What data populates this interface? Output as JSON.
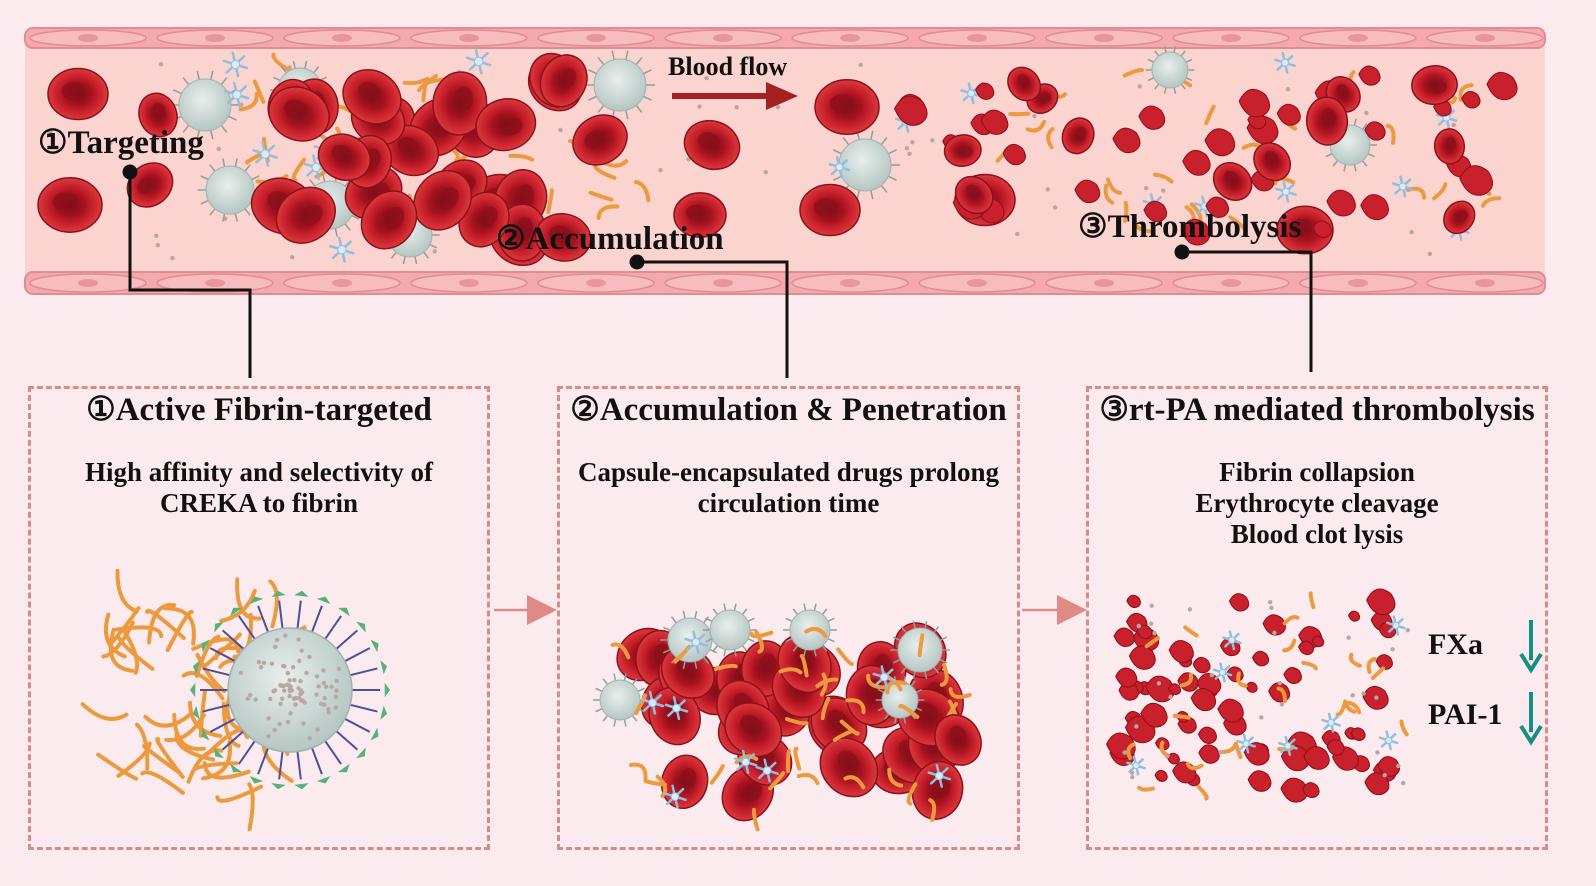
{
  "vessel": {
    "flow_label": "Blood flow",
    "stage_labels": [
      "①Targeting",
      "②Accumulation",
      "③Thrombolysis"
    ]
  },
  "panels": [
    {
      "title": "①Active Fibrin-targeted",
      "description": [
        "High affinity and selectivity of",
        "CREKA to fibrin"
      ]
    },
    {
      "title": "②Accumulation & Penetration",
      "description": [
        "Capsule-encapsulated drugs prolong",
        "circulation time"
      ]
    },
    {
      "title": "③rt-PA mediated thrombolysis",
      "description": [
        "Fibrin collapsion",
        "Erythrocyte cleavage",
        "Blood clot lysis"
      ]
    }
  ],
  "markers": [
    {
      "label": "FXa",
      "trend": "down"
    },
    {
      "label": "PAI-1",
      "trend": "down"
    }
  ],
  "colors": {
    "background": "#fcebee",
    "vessel_lumen": "#fbd3cf",
    "vessel_wall": "#f4a9ac",
    "red_cell": "#c8202c",
    "fibrin": "#eb9a3f",
    "nanoparticle": "#c9d6d3",
    "platelet": "#b9d8ee",
    "panel_border": "#d88c86",
    "marker_arrow": "#138f86",
    "flow_arrow": "#a3211f"
  }
}
